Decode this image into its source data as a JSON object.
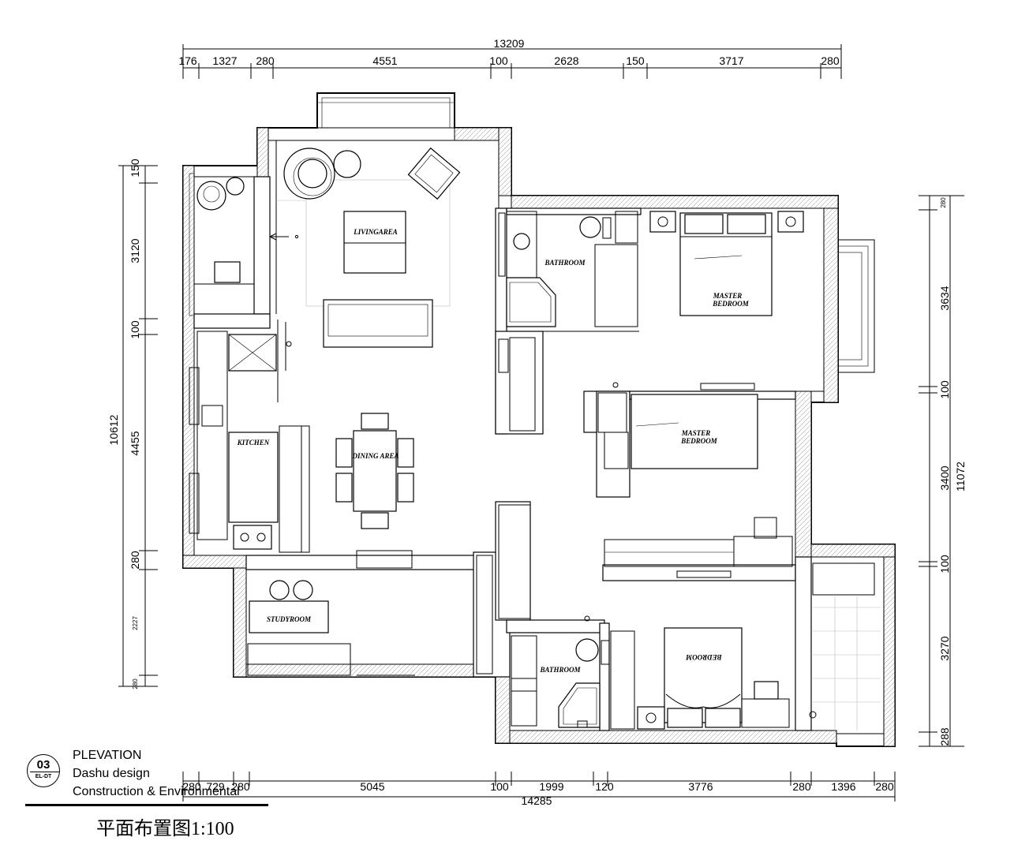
{
  "dimensions": {
    "top_total": "13209",
    "top_segments": [
      "176",
      "1327",
      "280",
      "4551",
      "100",
      "2628",
      "150",
      "3717",
      "280"
    ],
    "bottom_total": "14285",
    "bottom_segments": [
      "280",
      "729",
      "280",
      "5045",
      "100",
      "1999",
      "120",
      "3776",
      "280",
      "1396",
      "280"
    ],
    "left_total": "10612",
    "left_segments": [
      "150",
      "3120",
      "100",
      "4455",
      "280",
      "2227",
      "280"
    ],
    "right_total": "11072",
    "right_segments": [
      "280",
      "3634",
      "100",
      "3400",
      "100",
      "3270",
      "288"
    ]
  },
  "rooms": {
    "living_area": "LIVINGAREA",
    "kitchen": "KITCHEN",
    "dining_area": "DINING AREA",
    "bathroom_upper": "BATHROOM",
    "master_bedroom_1": [
      "MASTER",
      "BEDROOM"
    ],
    "master_bedroom_2": [
      "MASTER",
      "BEDROOM"
    ],
    "studyroom": "STUDYROOM",
    "bathroom_lower": "BATHROOM",
    "bedroom": "BEDROOM"
  },
  "title_block": {
    "number": "03",
    "reference": "EL-DT",
    "line1": "PLEVATION",
    "line2": "Dashu design",
    "line3": "Construction & Environmental",
    "scale": "平面布置图1:100"
  }
}
